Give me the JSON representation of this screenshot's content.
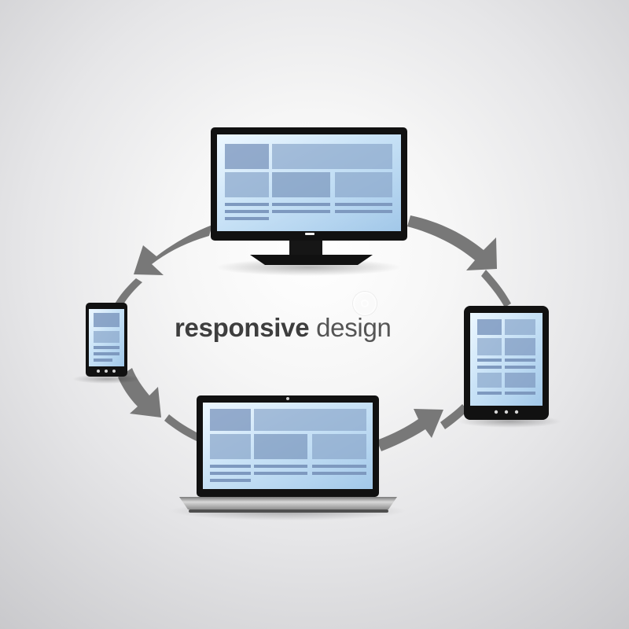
{
  "title": {
    "bold_text": "responsive",
    "regular_text": "design"
  },
  "devices": [
    {
      "name": "desktop monitor",
      "icon": "monitor-icon"
    },
    {
      "name": "tablet",
      "icon": "tablet-icon"
    },
    {
      "name": "laptop",
      "icon": "laptop-icon"
    },
    {
      "name": "smartphone",
      "icon": "smartphone-icon"
    }
  ],
  "colors": {
    "background_center": "#ffffff",
    "background_edge": "#c9c9cc",
    "device_body": "#111111",
    "screen": "#bcdcf5",
    "screen_blocks": "#7e99bf",
    "arrow": "#787878",
    "title_text": "#444444"
  }
}
